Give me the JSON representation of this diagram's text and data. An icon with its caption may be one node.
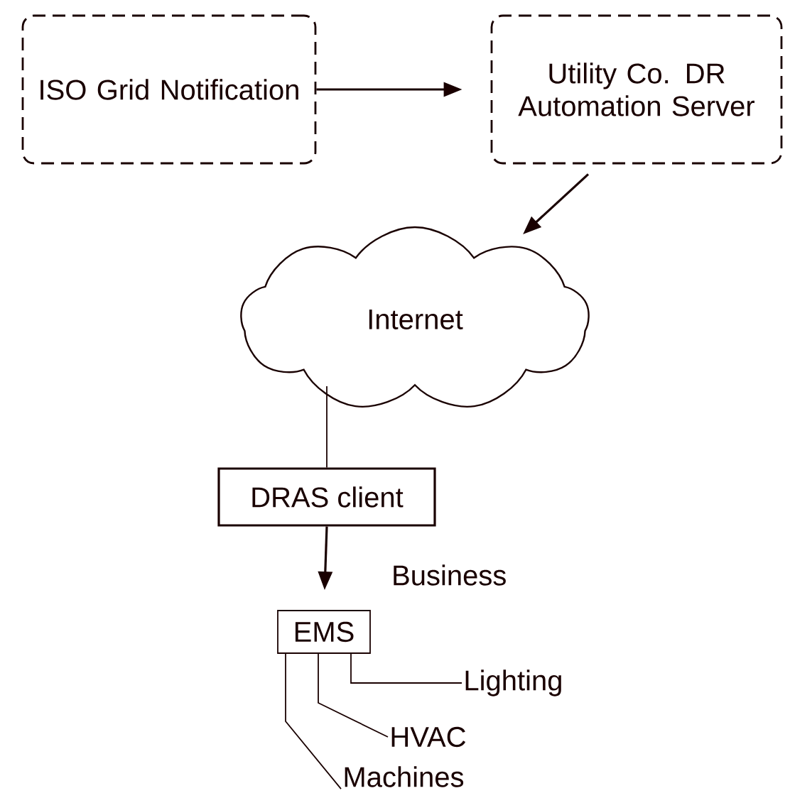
{
  "diagram": {
    "nodes": [
      {
        "text": [
          "ISO Grid Notification"
        ]
      },
      {
        "text": [
          "Utility Co. DR Automation Server"
        ]
      },
      {
        "text": [
          "Internet"
        ]
      },
      {
        "text": [
          "DRAS client"
        ]
      },
      {
        "text": [
          "EMS"
        ]
      },
      {
        "text": [
          "Lighting"
        ]
      },
      {
        "text": [
          "HVAC"
        ]
      },
      {
        "text": [
          "Machines"
        ]
      }
    ],
    "edges": [
      {
        "from": 0,
        "to": 1,
        "arrow": "to"
      },
      {
        "from": 1,
        "to": 2,
        "arrow": "to"
      },
      {
        "from": 2,
        "to": 3,
        "arrow": "none"
      },
      {
        "from": 3,
        "to": 4,
        "arrow": "to"
      },
      {
        "from": 4,
        "to": 5,
        "arrow": "none"
      },
      {
        "from": 4,
        "to": 6,
        "arrow": "none"
      },
      {
        "from": 4,
        "to": 7,
        "arrow": "none"
      }
    ],
    "labels": [
      "Business"
    ]
  }
}
